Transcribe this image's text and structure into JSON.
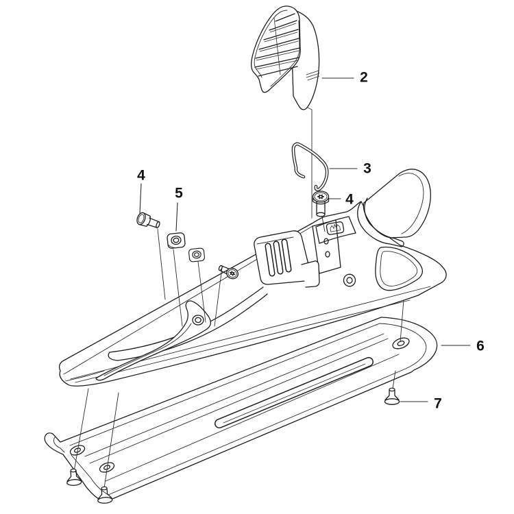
{
  "diagram": {
    "kind": "exploded-parts-diagram",
    "colors": {
      "background": "#ffffff",
      "line": "#1c1c1c",
      "label": "#111111"
    },
    "callouts": {
      "c2": {
        "text": "2",
        "part": "air-vent-grille"
      },
      "c3": {
        "text": "3",
        "part": "wire-clip"
      },
      "c4a": {
        "text": "4",
        "part": "pan-head-screw"
      },
      "c5": {
        "text": "5",
        "part": "square-nut"
      },
      "c4b": {
        "text": "4",
        "part": "pan-head-screw"
      },
      "c6": {
        "text": "6",
        "part": "baseplate"
      },
      "c7": {
        "text": "7",
        "part": "countersunk-screw"
      }
    }
  }
}
